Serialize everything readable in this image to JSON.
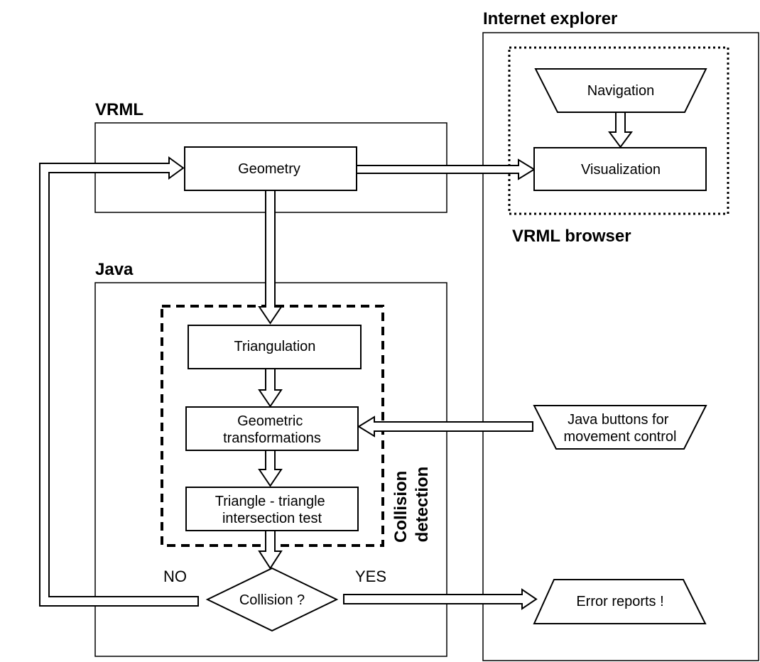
{
  "containers": {
    "internet_explorer": "Internet explorer",
    "vrml": "VRML",
    "java": "Java",
    "vrml_browser": "VRML browser",
    "collision_detection": [
      "Collision",
      "detection"
    ]
  },
  "nodes": {
    "navigation": "Navigation",
    "visualization": "Visualization",
    "geometry": "Geometry",
    "triangulation": "Triangulation",
    "geometric_transformations": [
      "Geometric",
      "transformations"
    ],
    "intersection_test": [
      "Triangle - triangle",
      "intersection test"
    ],
    "collision": "Collision ?",
    "java_buttons": [
      "Java buttons for",
      "movement control"
    ],
    "error_reports": "Error reports !"
  },
  "edges": {
    "no": "NO",
    "yes": "YES"
  }
}
